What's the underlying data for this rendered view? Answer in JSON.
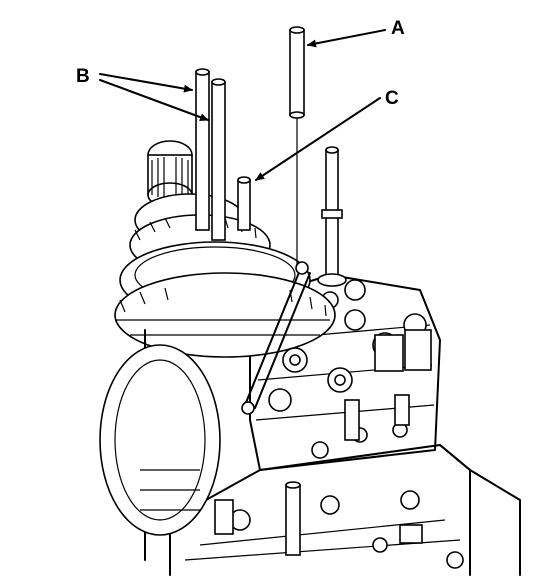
{
  "figure": {
    "callouts": [
      {
        "id": "A",
        "label": "A"
      },
      {
        "id": "B",
        "label": "B"
      },
      {
        "id": "C",
        "label": "C"
      }
    ],
    "colors": {
      "ink": "#000000",
      "paper": "#ffffff"
    }
  }
}
